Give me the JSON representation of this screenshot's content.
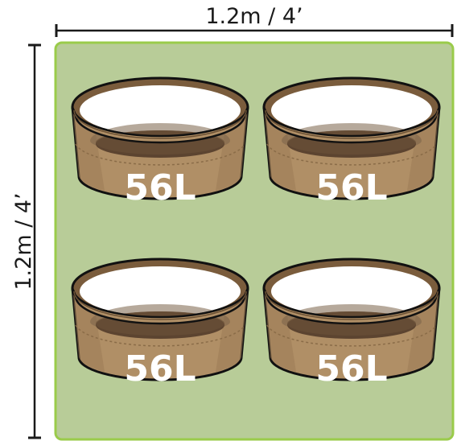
{
  "dimensions": {
    "width_label": "1.2m / 4’",
    "height_label": "1.2m / 4’"
  },
  "colors": {
    "bed_fill": "#b8cc98",
    "bed_border": "#9acb4a",
    "pot_body": "#b08f66",
    "pot_dark": "#6a5034",
    "pot_inner": "#ffffff",
    "soil": "#5c4430",
    "outline": "#111111",
    "line": "#1a1a1a"
  },
  "pots": [
    {
      "label": "56L"
    },
    {
      "label": "56L"
    },
    {
      "label": "56L"
    },
    {
      "label": "56L"
    }
  ]
}
